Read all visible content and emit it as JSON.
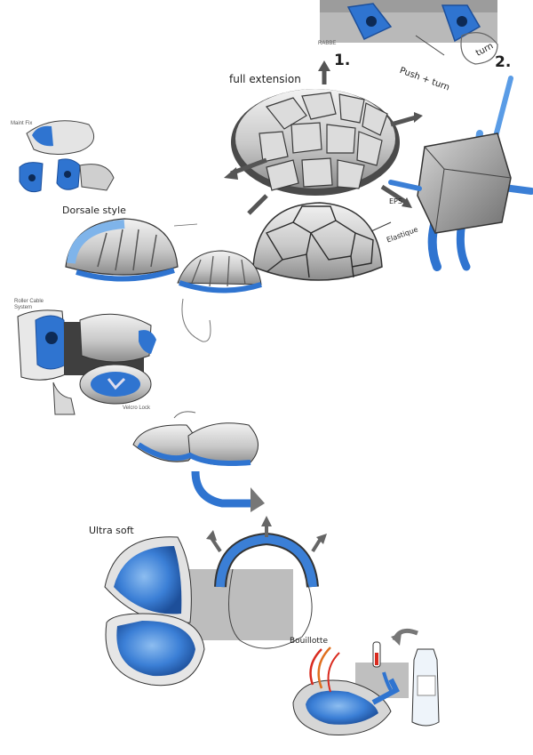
{
  "labels": {
    "step1": "1.",
    "step2": "2.",
    "push_turn": "Push + turn",
    "turn": "turn",
    "full_extension": "full extension",
    "dorsale_style": "Dorsale style",
    "ultra_soft": "Ultra soft",
    "eps": "EPS",
    "elastique": "Elastique",
    "bouillotte": "Bouillotte"
  },
  "notes": {
    "rabbe": "RABBE",
    "maint_fix": "Maint Fix",
    "roller_cable_system": "Roller Cable System",
    "velcro_lock": "Velcro Lock"
  },
  "colors": {
    "accent_blue": "#2f74d0",
    "light_blue": "#7fb4ea",
    "marker_grey": "#9a9a9a",
    "dark_grey": "#555555",
    "ink": "#222222"
  }
}
